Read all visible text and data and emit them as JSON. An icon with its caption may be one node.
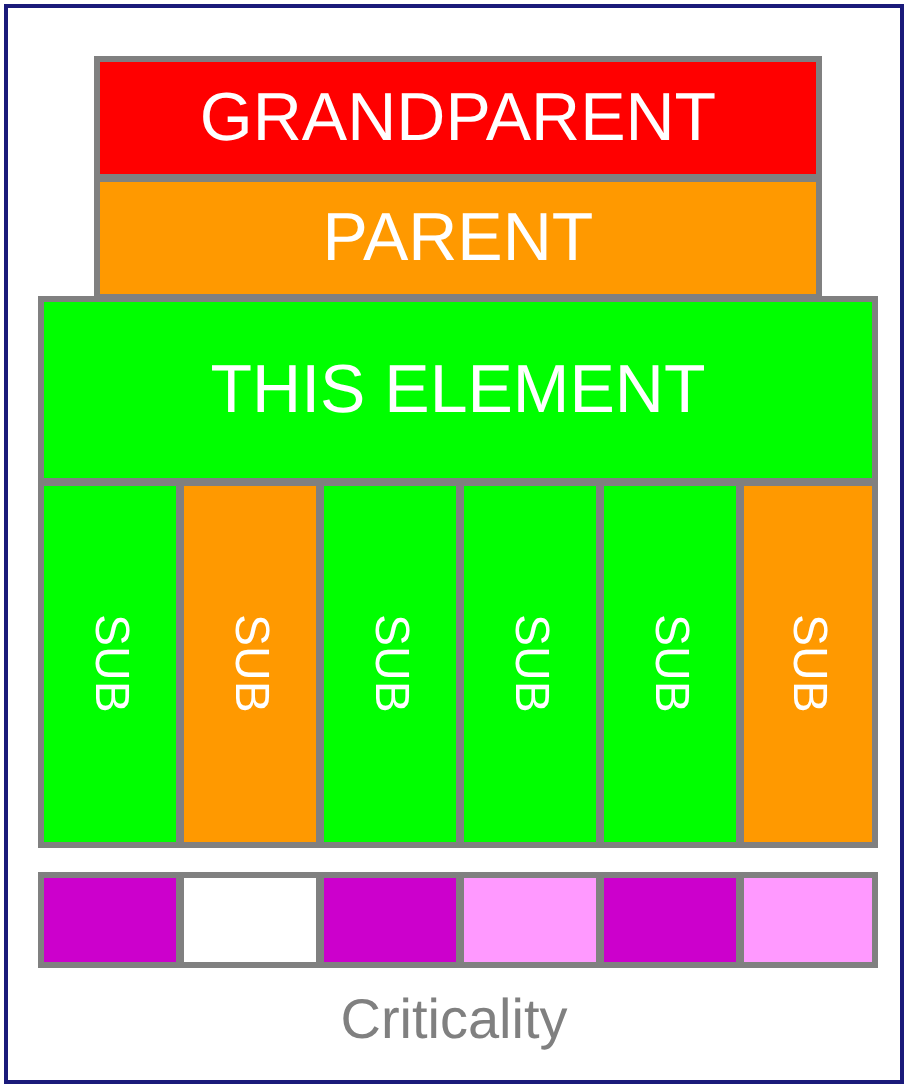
{
  "diagram": {
    "nodes": [
      {
        "text": [
          "GRANDPARENT"
        ]
      },
      {
        "text": [
          "PARENT"
        ]
      },
      {
        "text": [
          "THIS ELEMENT"
        ]
      },
      {
        "text": [
          "SUB"
        ]
      },
      {
        "text": [
          "SUB"
        ]
      },
      {
        "text": [
          "SUB"
        ]
      },
      {
        "text": [
          "SUB"
        ]
      },
      {
        "text": [
          "SUB"
        ]
      },
      {
        "text": [
          "SUB"
        ]
      },
      {
        "text": [],
        "shape": "box"
      },
      {
        "text": [],
        "shape": "box"
      },
      {
        "text": [],
        "shape": "box"
      },
      {
        "text": [],
        "shape": "box"
      },
      {
        "text": [],
        "shape": "box"
      },
      {
        "text": [],
        "shape": "box"
      }
    ],
    "labels": [
      "Criticality"
    ]
  }
}
